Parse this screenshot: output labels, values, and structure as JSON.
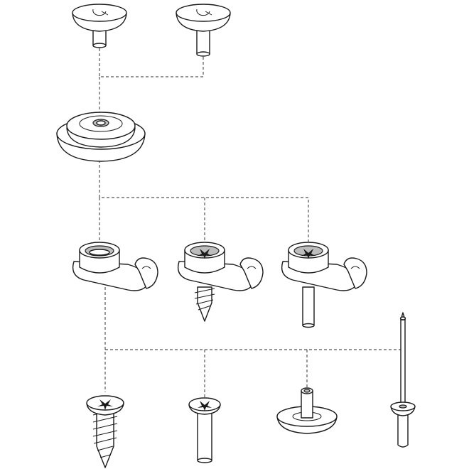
{
  "diagram": {
    "type": "exploded-assembly-illustration",
    "colors": {
      "line": "#1a1a1a",
      "fill": "#ffffff",
      "shade": "#bdbdbd",
      "connector": "#555555"
    },
    "tiers": [
      {
        "name": "caps",
        "parts": [
          "snap-cap-a",
          "snap-cap-b"
        ]
      },
      {
        "name": "socket",
        "parts": [
          "snap-socket"
        ]
      },
      {
        "name": "hook-bases",
        "parts": [
          "hook-base-plain",
          "hook-base-screw",
          "hook-base-stud"
        ]
      },
      {
        "name": "fasteners",
        "parts": [
          "wood-screw",
          "machine-screw",
          "rivet-post",
          "pop-rivet"
        ]
      }
    ]
  }
}
